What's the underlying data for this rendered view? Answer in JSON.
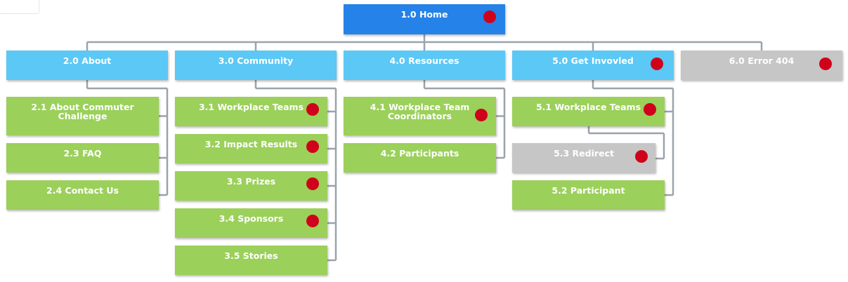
{
  "colors": {
    "home": "#2482e8",
    "section": "#5bc8f5",
    "page": "#9bd05a",
    "inactive": "#c6c6c6",
    "connector": "#9aa3ad",
    "marker": "#d0021b"
  },
  "home": {
    "id": "home",
    "label": "1.0 Home",
    "status": "home",
    "flag": true
  },
  "sections": [
    {
      "id": "about",
      "label": "2.0 About",
      "status": "section",
      "flag": false,
      "children": [
        {
          "id": "about-commuter",
          "label": "2.1 About Commuter Challenge",
          "status": "page",
          "flag": false
        },
        {
          "id": "faq",
          "label": "2.3 FAQ",
          "status": "page",
          "flag": false
        },
        {
          "id": "contact",
          "label": "2.4 Contact Us",
          "status": "page",
          "flag": false
        }
      ]
    },
    {
      "id": "community",
      "label": "3.0 Community",
      "status": "section",
      "flag": false,
      "children": [
        {
          "id": "workplace-teams-3",
          "label": "3.1 Workplace Teams",
          "status": "page",
          "flag": true
        },
        {
          "id": "impact-results",
          "label": "3.2 Impact Results",
          "status": "page",
          "flag": true
        },
        {
          "id": "prizes",
          "label": "3.3 Prizes",
          "status": "page",
          "flag": true
        },
        {
          "id": "sponsors",
          "label": "3.4 Sponsors",
          "status": "page",
          "flag": true
        },
        {
          "id": "stories",
          "label": "3.5 Stories",
          "status": "page",
          "flag": false
        }
      ]
    },
    {
      "id": "resources",
      "label": "4.0 Resources",
      "status": "section",
      "flag": false,
      "children": [
        {
          "id": "coordinators",
          "label": "4.1 Workplace Team Coordinators",
          "status": "page",
          "flag": true
        },
        {
          "id": "participants",
          "label": "4.2 Participants",
          "status": "page",
          "flag": false
        }
      ]
    },
    {
      "id": "get-involved",
      "label": "5.0 Get Invovled",
      "status": "section",
      "flag": true,
      "children": [
        {
          "id": "workplace-teams-5",
          "label": "5.1 Workplace Teams",
          "status": "page",
          "flag": true,
          "children": [
            {
              "id": "redirect",
              "label": "5.3 Redirect",
              "status": "inactive",
              "flag": true
            }
          ]
        },
        {
          "id": "participant",
          "label": "5.2 Participant",
          "status": "page",
          "flag": false
        }
      ]
    },
    {
      "id": "error-404",
      "label": "6.0 Error 404",
      "status": "inactive",
      "flag": true,
      "children": []
    }
  ]
}
